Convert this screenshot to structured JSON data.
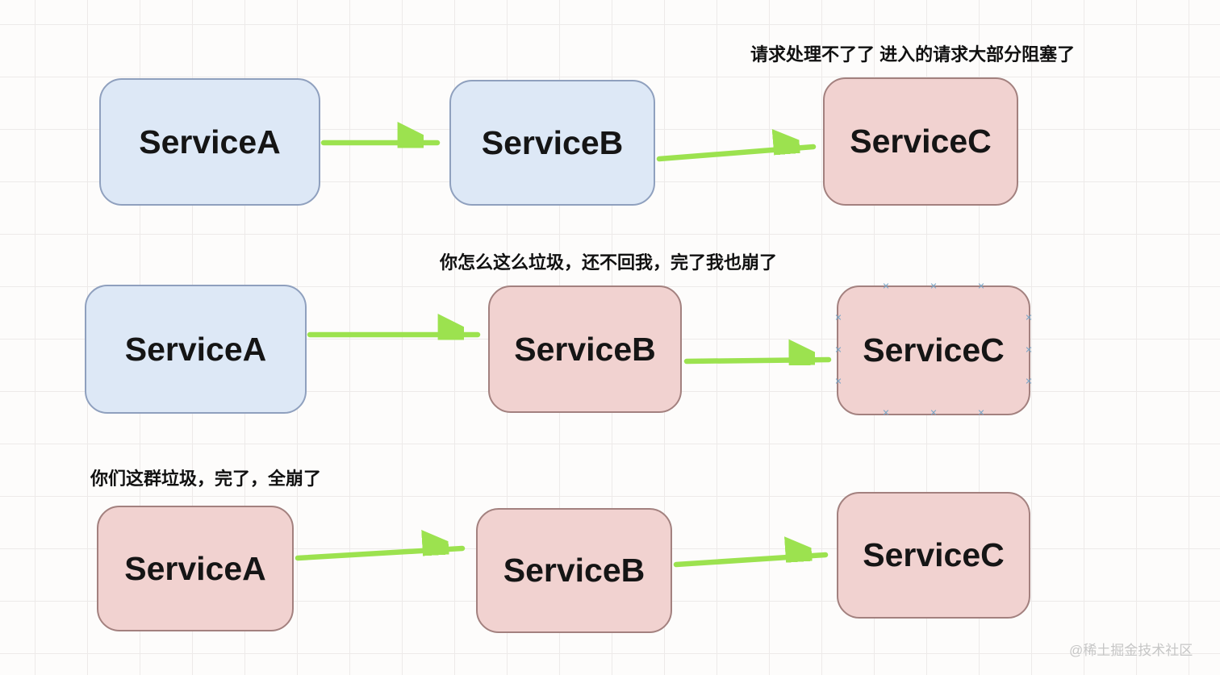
{
  "colors": {
    "healthy_fill": "#dde8f6",
    "healthy_border": "#8fa0be",
    "crashed_fill": "#f1d2d0",
    "crashed_border": "#a3817f",
    "arrow": "#9ce24f",
    "grid_line": "#edeae9",
    "text": "#151515",
    "annotation": "#111111",
    "watermark": "#c6c6c6",
    "handle": "#7ba6c6"
  },
  "icons": {
    "selection_handle": "✕"
  },
  "watermark": "@稀土掘金技术社区",
  "rows": [
    {
      "annotation": "请求处理不了了 进入的请求大部分阻塞了",
      "nodes": [
        {
          "label": "ServiceA",
          "state": "healthy"
        },
        {
          "label": "ServiceB",
          "state": "healthy"
        },
        {
          "label": "ServiceC",
          "state": "crashed"
        }
      ]
    },
    {
      "annotation": "你怎么这么垃圾，还不回我，完了我也崩了",
      "nodes": [
        {
          "label": "ServiceA",
          "state": "healthy"
        },
        {
          "label": "ServiceB",
          "state": "crashed"
        },
        {
          "label": "ServiceC",
          "state": "crashed",
          "selected": true
        }
      ]
    },
    {
      "annotation": "你们这群垃圾，完了，全崩了",
      "nodes": [
        {
          "label": "ServiceA",
          "state": "crashed"
        },
        {
          "label": "ServiceB",
          "state": "crashed"
        },
        {
          "label": "ServiceC",
          "state": "crashed"
        }
      ]
    }
  ]
}
